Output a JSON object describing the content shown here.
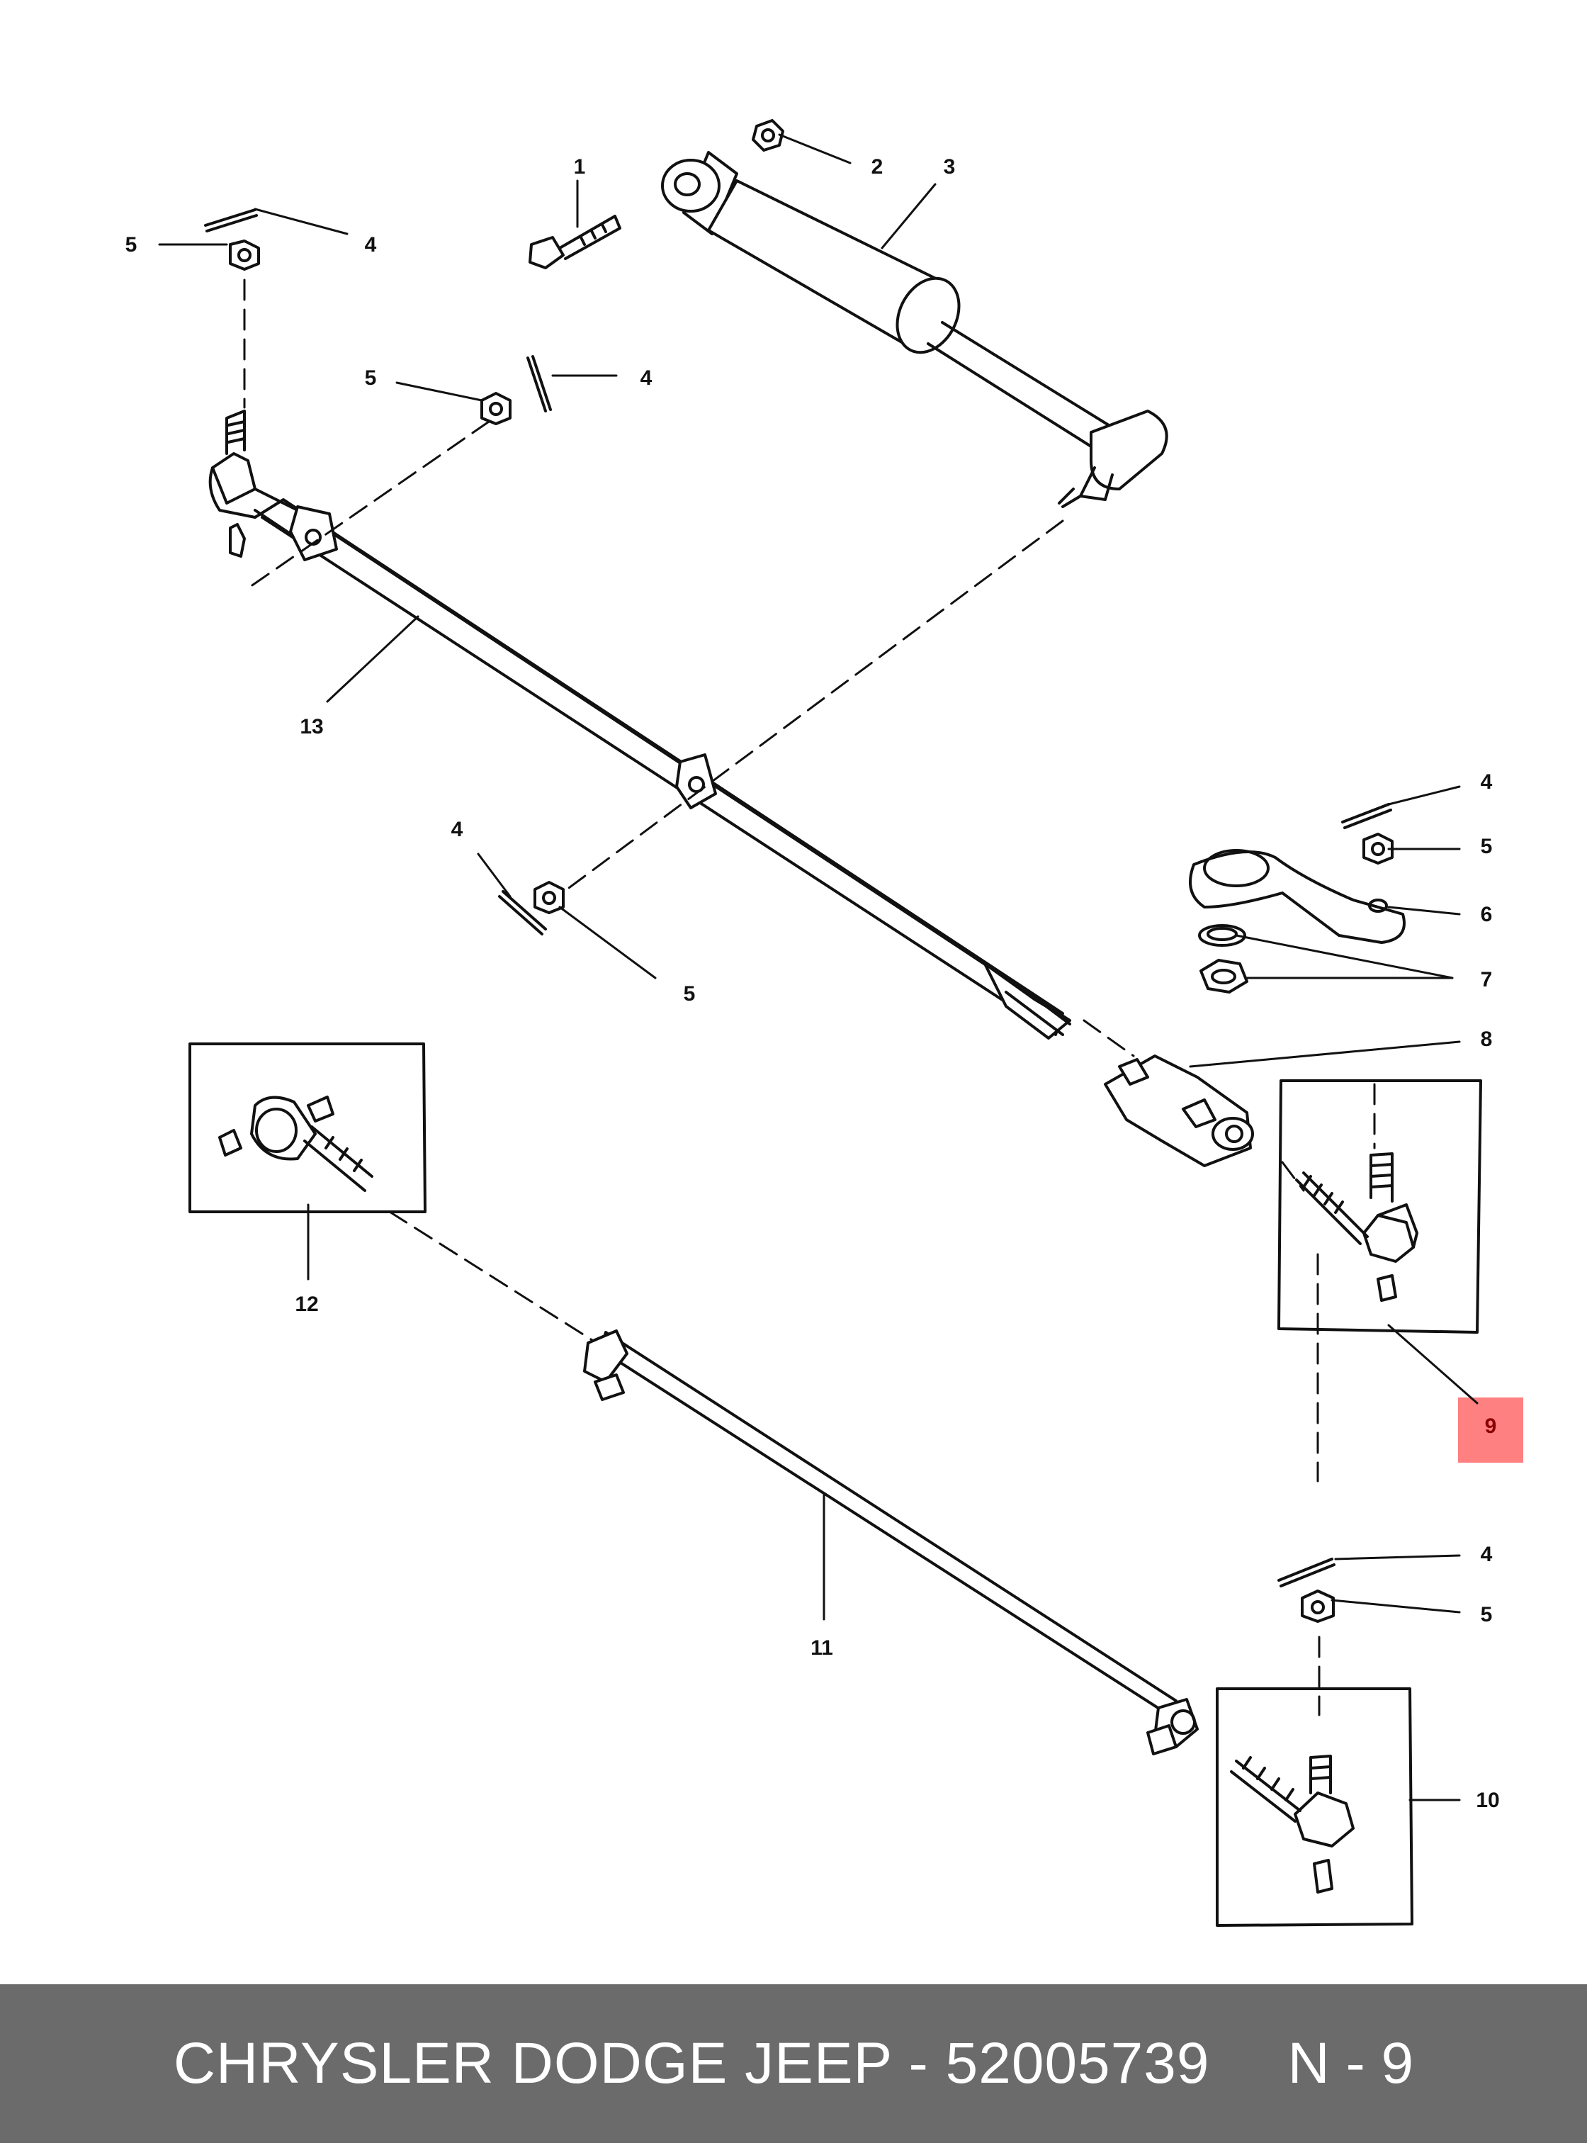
{
  "callouts": {
    "c1": "1",
    "c2": "2",
    "c3": "3",
    "c4a": "4",
    "c4b": "4",
    "c4c": "4",
    "c4d": "4",
    "c4e": "4",
    "c5a": "5",
    "c5b": "5",
    "c5c": "5",
    "c5d": "5",
    "c5e": "5",
    "c6": "6",
    "c7": "7",
    "c8": "8",
    "c9": "9",
    "c10": "10",
    "c11": "11",
    "c12": "12",
    "c13": "13"
  },
  "highlight_color": "#ff8080",
  "footer": {
    "part_text": "CHRYSLER DODGE JEEP - 52005739",
    "ref_text": "N - 9"
  }
}
